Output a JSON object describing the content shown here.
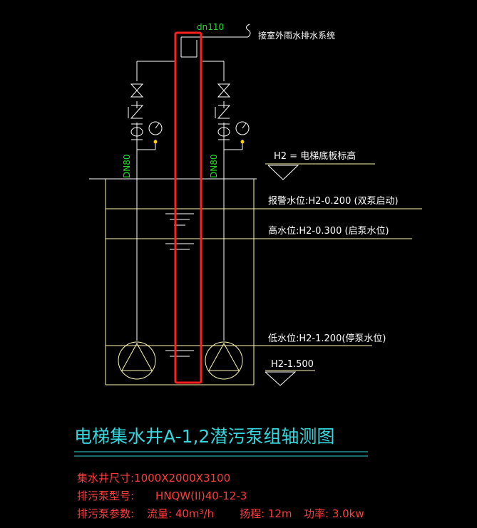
{
  "pipe_size_label": "dn110",
  "outlet_label": "接室外雨水排水系统",
  "branch_left_label": "DN80",
  "branch_right_label": "DN80",
  "levels": {
    "top": "H2 = 电梯底板标高",
    "alarm": "报警水位:H2-0.200 (双泵启动)",
    "high": "高水位:H2-0.300 (启泵水位)",
    "low": "低水位:H2-1.200(停泵水位)",
    "bottom": "H2-1.500"
  },
  "title": "电梯集水井A-1,2潜污泵组轴测图",
  "specs": {
    "size": "集水井尺寸:1000X2000X3100",
    "model_label": "排污泵型号:",
    "model_value": "HNQW(II)40-12-3",
    "params_label": "排污泵参数:",
    "flow": "流量: 40m³/h",
    "head": "扬程: 12m",
    "power": "功率: 3.0kw"
  },
  "colors": {
    "drawing": "#ffffff",
    "pipe_label": "#22dd22",
    "title": "#33d6dd",
    "spec_text": "#ff3b3b",
    "wall": "#fff8b0",
    "riser_highlight": "#ff2020"
  }
}
